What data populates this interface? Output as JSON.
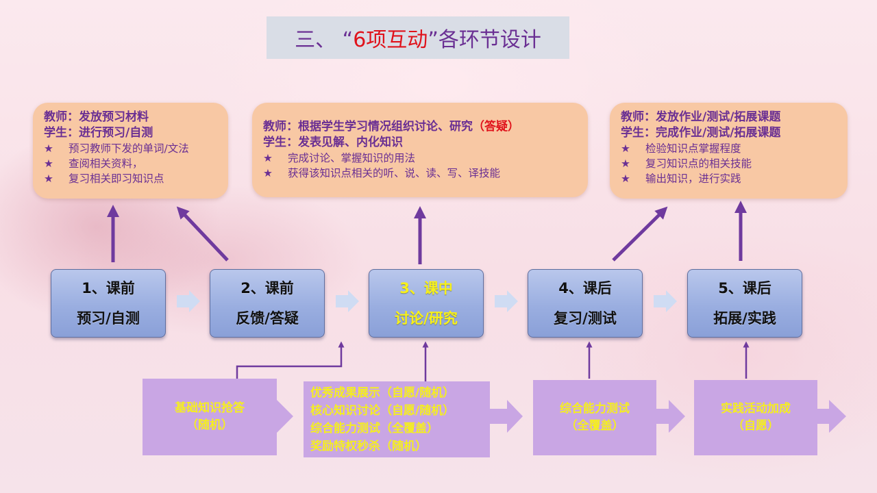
{
  "title": {
    "prefix": "三、 “",
    "highlight": "6项互动",
    "suffix": "”各环节设计"
  },
  "info_boxes": [
    {
      "bold_lines": [
        "教师：发放预习材料",
        "学生：进行预习/自测"
      ],
      "star_lines": [
        "预习教师下发的单词/文法",
        "查阅相关资料，",
        "复习相关即习知识点"
      ]
    },
    {
      "teacher": "教师：根据学生学习情况组织讨论、研究",
      "teacher_red": "（答疑）",
      "student": "学生：发表见解、内化知识",
      "star_lines": [
        "完成讨论、掌握知识的用法",
        "获得该知识点相关的听、说、读、写、译技能"
      ]
    },
    {
      "bold_lines": [
        "教师：发放作业/测试/拓展课题",
        "学生：完成作业/测试/拓展课题"
      ],
      "star_lines": [
        "检验知识点掌握程度",
        "复习知识点的相关技能",
        "输出知识，进行实践"
      ]
    }
  ],
  "star_glyph": "★",
  "steps": [
    {
      "line1": "1、课前",
      "line2": "预习/自测"
    },
    {
      "line1": "2、课前",
      "line2": "反馈/答疑"
    },
    {
      "line1": "3、课中",
      "line2": "讨论/研究"
    },
    {
      "line1": "4、课后",
      "line2": "复习/测试"
    },
    {
      "line1": "5、课后",
      "line2": "拓展/实践"
    }
  ],
  "activities": [
    {
      "lines": [
        "基础知识抢答",
        "（随机）"
      ]
    },
    {
      "lines": [
        "优秀成果展示（自愿/随机）",
        "核心知识讨论（自愿/随机）",
        "综合能力测试（全覆盖）",
        "奖励特权秒杀（随机）"
      ]
    },
    {
      "lines": [
        "综合能力测试",
        "（全覆盖）"
      ]
    },
    {
      "lines": [
        "实践活动加成",
        "（自愿）"
      ]
    }
  ],
  "colors": {
    "purple_text": "#6a2f93",
    "highlight_red": "#e0121b",
    "arrow_purple": "#6f3a9e",
    "yellow_text": "#f5ee20"
  }
}
